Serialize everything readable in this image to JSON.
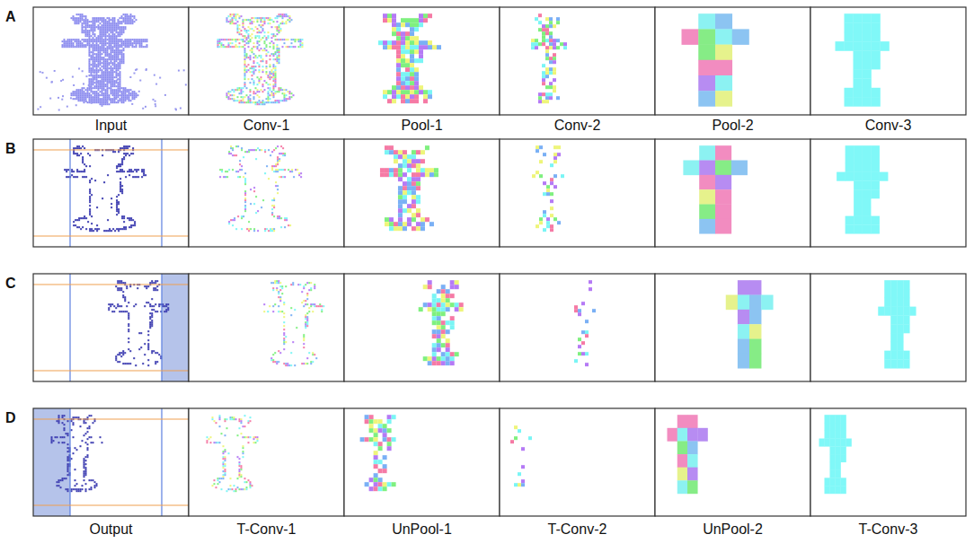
{
  "diagram": {
    "labels": [
      "A",
      "Input",
      "Conv-1",
      "Pool-1",
      "Conv-2",
      "Pool-2",
      "Conv-3",
      "B",
      "C",
      "D",
      "Output",
      "T-Conv-1",
      "UnPool-1",
      "T-Conv-2",
      "UnPool-2",
      "T-Conv-3"
    ]
  }
}
